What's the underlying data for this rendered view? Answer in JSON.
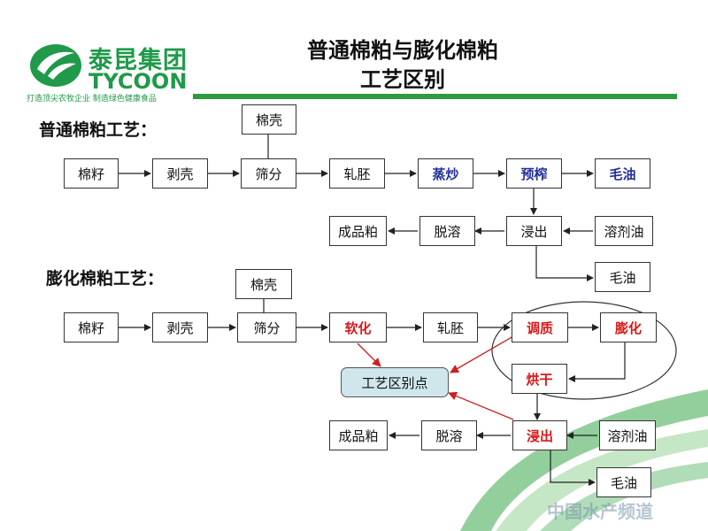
{
  "logo": {
    "name_cn": "泰昆集团",
    "name_en": "TYCOON",
    "slogan": "打造顶尖农牧企业  制造绿色健康食品"
  },
  "title": {
    "line1": "普通棉粕与膨化棉粕",
    "line2": "工艺区别"
  },
  "colors": {
    "accent_green": "#2f9a3f",
    "blue_text": "#22309a",
    "red_text": "#d81818",
    "highlight_box": "#cfe6ec"
  },
  "normal": {
    "label": "普通棉粕工艺：",
    "hull": "棉壳",
    "seed": "棉籽",
    "dehull": "剥壳",
    "sieve": "筛分",
    "flake": "轧胚",
    "steam_roast": "蒸炒",
    "prepress": "预榨",
    "crude_oil_top": "毛油",
    "extraction": "浸出",
    "solvent_oil": "溶剂油",
    "desolvent": "脱溶",
    "product": "成品粕",
    "crude_oil_bottom": "毛油"
  },
  "expanded": {
    "label": "膨化棉粕工艺：",
    "hull": "棉壳",
    "seed": "棉籽",
    "dehull": "剥壳",
    "sieve": "筛分",
    "soften": "软化",
    "flake": "轧胚",
    "condition": "调质",
    "expand": "膨化",
    "dry": "烘干",
    "extraction": "浸出",
    "solvent_oil": "溶剂油",
    "desolvent": "脱溶",
    "product": "成品粕",
    "crude_oil": "毛油",
    "difference_point": "工艺区别点"
  },
  "watermark": "中国水产频道"
}
